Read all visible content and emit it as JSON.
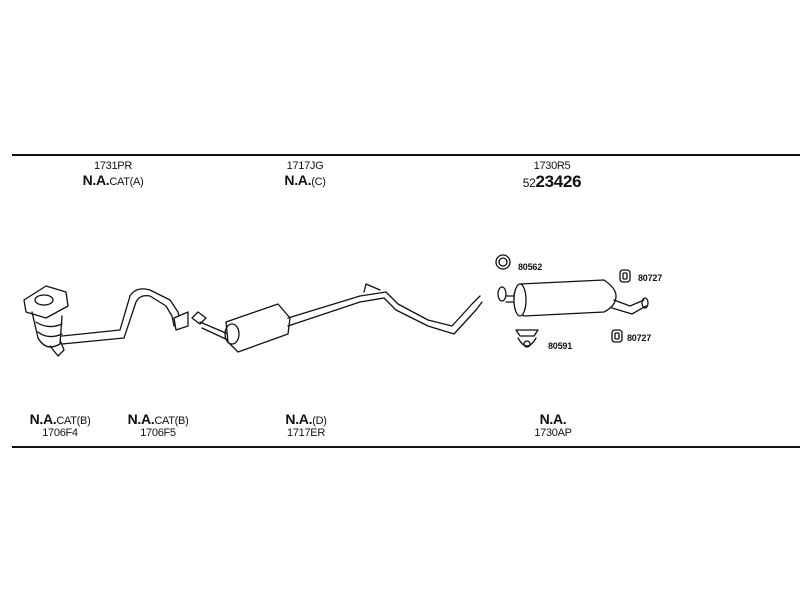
{
  "top_labels": [
    {
      "code": "1731PR",
      "main": "N.A.",
      "suffix": "CAT(A)"
    },
    {
      "code": "1717JG",
      "main": "N.A.",
      "suffix": "(C)"
    },
    {
      "code": "1730R5",
      "prefix": "52",
      "main": "23426"
    }
  ],
  "bottom_labels": [
    {
      "main": "N.A.",
      "suffix": "CAT(B)",
      "code": "1706F4"
    },
    {
      "main": "N.A.",
      "suffix": "CAT(B)",
      "code": "1706F5"
    },
    {
      "main": "N.A.",
      "suffix": "(D)",
      "code": "1717ER"
    },
    {
      "main": "N.A.",
      "suffix": "",
      "code": "1730AP"
    }
  ],
  "part_codes": {
    "clamp": "80562",
    "hanger_top": "80727",
    "hanger_bottom": "80727",
    "mount": "80591"
  }
}
